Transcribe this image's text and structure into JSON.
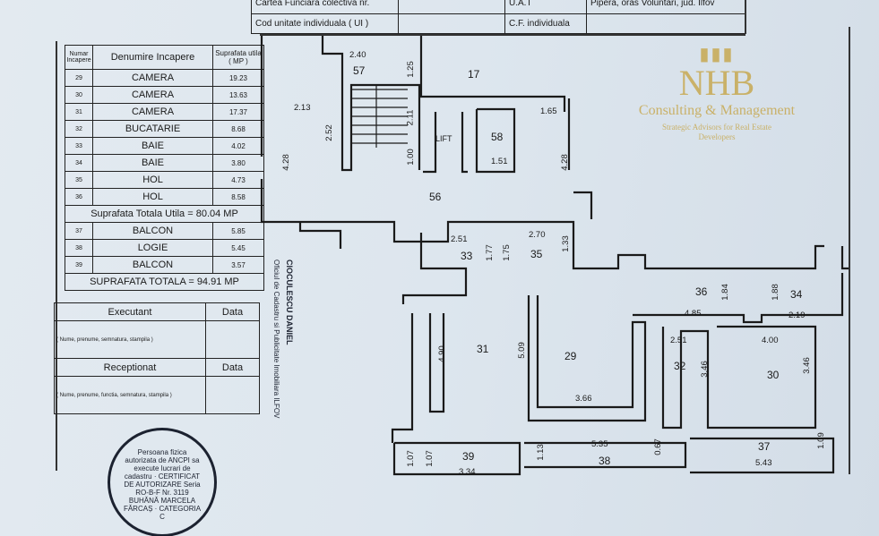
{
  "header_table": {
    "r1c1": "Cartea Funciara colectiva nr.",
    "r1c3": "U.A.T",
    "r1c4": "Pipera, oras Voluntari, jud. Ilfov",
    "r2c1": "Cod unitate individuala ( UI )",
    "r2c3": "C.F. individuala"
  },
  "rooms_table": {
    "col_num": "Numar Incapere",
    "col_name": "Denumire Incapere",
    "col_area": "Suprafata utila ( MP )",
    "rows": [
      {
        "num": "29",
        "name": "CAMERA",
        "area": "19.23"
      },
      {
        "num": "30",
        "name": "CAMERA",
        "area": "13.63"
      },
      {
        "num": "31",
        "name": "CAMERA",
        "area": "17.37"
      },
      {
        "num": "32",
        "name": "BUCATARIE",
        "area": "8.68"
      },
      {
        "num": "33",
        "name": "BAIE",
        "area": "4.02"
      },
      {
        "num": "34",
        "name": "BAIE",
        "area": "3.80"
      },
      {
        "num": "35",
        "name": "HOL",
        "area": "4.73"
      },
      {
        "num": "36",
        "name": "HOL",
        "area": "8.58"
      }
    ],
    "subtotal": "Suprafata Totala Utila = 80.04 MP",
    "extra_rows": [
      {
        "num": "37",
        "name": "BALCON",
        "area": "5.85"
      },
      {
        "num": "38",
        "name": "LOGIE",
        "area": "5.45"
      },
      {
        "num": "39",
        "name": "BALCON",
        "area": "3.57"
      }
    ],
    "total": "SUPRAFATA TOTALA = 94.91 MP"
  },
  "signature_table": {
    "executant": "Executant",
    "data1": "Data",
    "executant_hint": "( Nume, prenume, semnatura, stampila )",
    "receptionat": "Receptionat",
    "data2": "Data",
    "receptionat_hint": "( Nume, prenume, functia, semnatura, stampila )"
  },
  "stamp": {
    "text": "Persoana fizica autorizata de ANCPI sa execute lucrari de cadastru · CERTIFICAT DE AUTORIZARE Seria RO-B-F Nr. 3119 BUHĂNĂ MARCELA FĂRCAȘ · CATEGORIA C"
  },
  "signature_stamp": {
    "office": "Oficiul de Cadastru si Publicitate Imobiliara ILFOV",
    "name": "CIOCULESCU DANIEL"
  },
  "watermark": {
    "logo": "NHB",
    "line1": "Consulting & Management",
    "line2": "Strategic Advisors for Real Estate Developers"
  },
  "plan": {
    "rooms": [
      "57",
      "17",
      "LIFT",
      "58",
      "56",
      "33",
      "35",
      "36",
      "34",
      "31",
      "29",
      "32",
      "30",
      "39",
      "38",
      "37"
    ],
    "dims": [
      "2.40",
      "1.25",
      "2.13",
      "2.52",
      "2.11",
      "1.00",
      "1.51",
      "1.65",
      "4.28",
      "4.28",
      "2.51",
      "1.77",
      "1.75",
      "2.70",
      "1.33",
      "1.84",
      "1.88",
      "4.85",
      "2.19",
      "2.51",
      "4.00",
      "4.90",
      "5.09",
      "3.46",
      "3.46",
      "3.66",
      "1.07",
      "1.07",
      "3.34",
      "1.13",
      "5.35",
      "0.67",
      "1.09",
      "5.43"
    ]
  }
}
